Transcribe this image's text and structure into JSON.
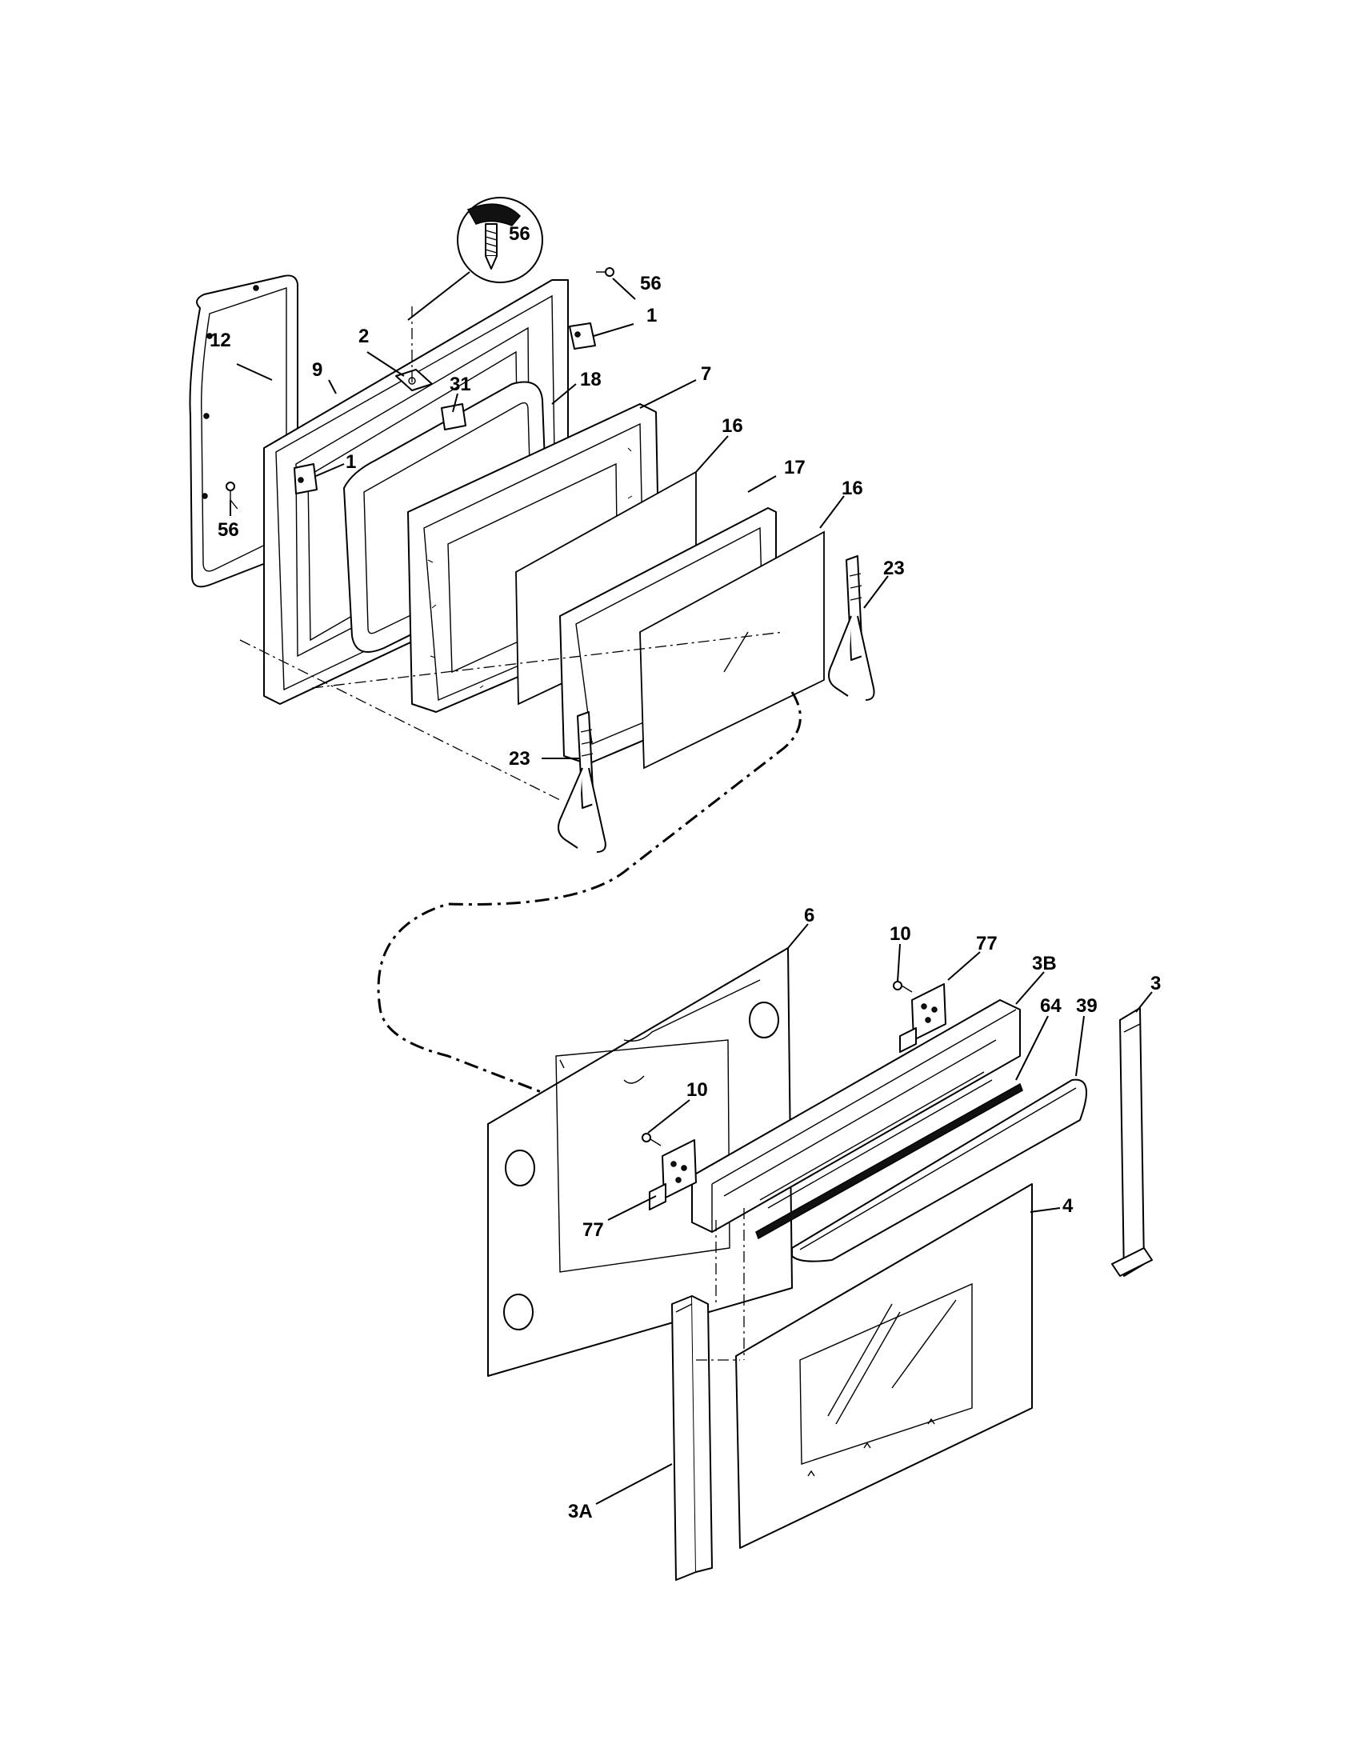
{
  "diagram": {
    "labels": {
      "screw_detail": "56",
      "screw_top_right": "56",
      "bracket_top_right": "1",
      "gasket_12": "12",
      "frame_9": "9",
      "bracket_2": "2",
      "hinge_receptacle_31": "31",
      "insulation_18": "18",
      "door_liner_7": "7",
      "bracket_left_1": "1",
      "screw_left": "56",
      "glass_16_upper": "16",
      "glass_17": "17",
      "glass_16_lower": "16",
      "hinge_23_right": "23",
      "hinge_23_left": "23",
      "panel_6": "6",
      "screw_10_upper": "10",
      "hinge_77_upper": "77",
      "trim_3b": "3B",
      "seal_64": "64",
      "handle_39": "39",
      "side_trim_3": "3",
      "screw_10_lower": "10",
      "hinge_77_lower": "77",
      "outer_door_4": "4",
      "side_trim_3a": "3A"
    }
  }
}
